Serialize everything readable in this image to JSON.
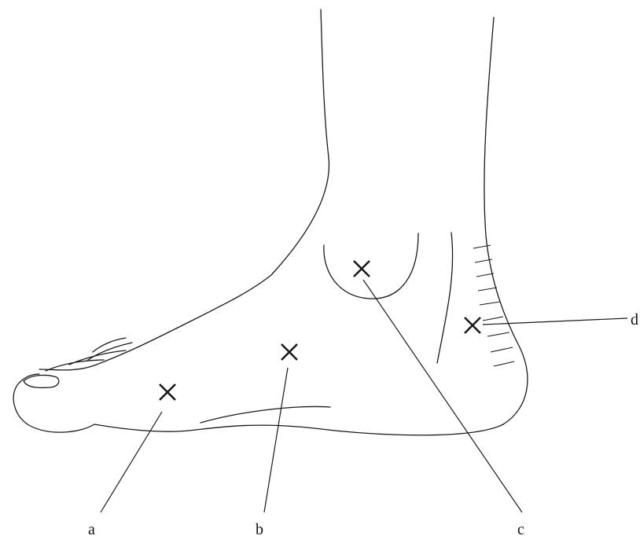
{
  "diagram": {
    "markers": [
      {
        "id": "a",
        "label": "a"
      },
      {
        "id": "b",
        "label": "b"
      },
      {
        "id": "c",
        "label": "c"
      },
      {
        "id": "d",
        "label": "d"
      }
    ]
  },
  "colors": {
    "line": "#1a1a1a",
    "background": "#ffffff"
  }
}
